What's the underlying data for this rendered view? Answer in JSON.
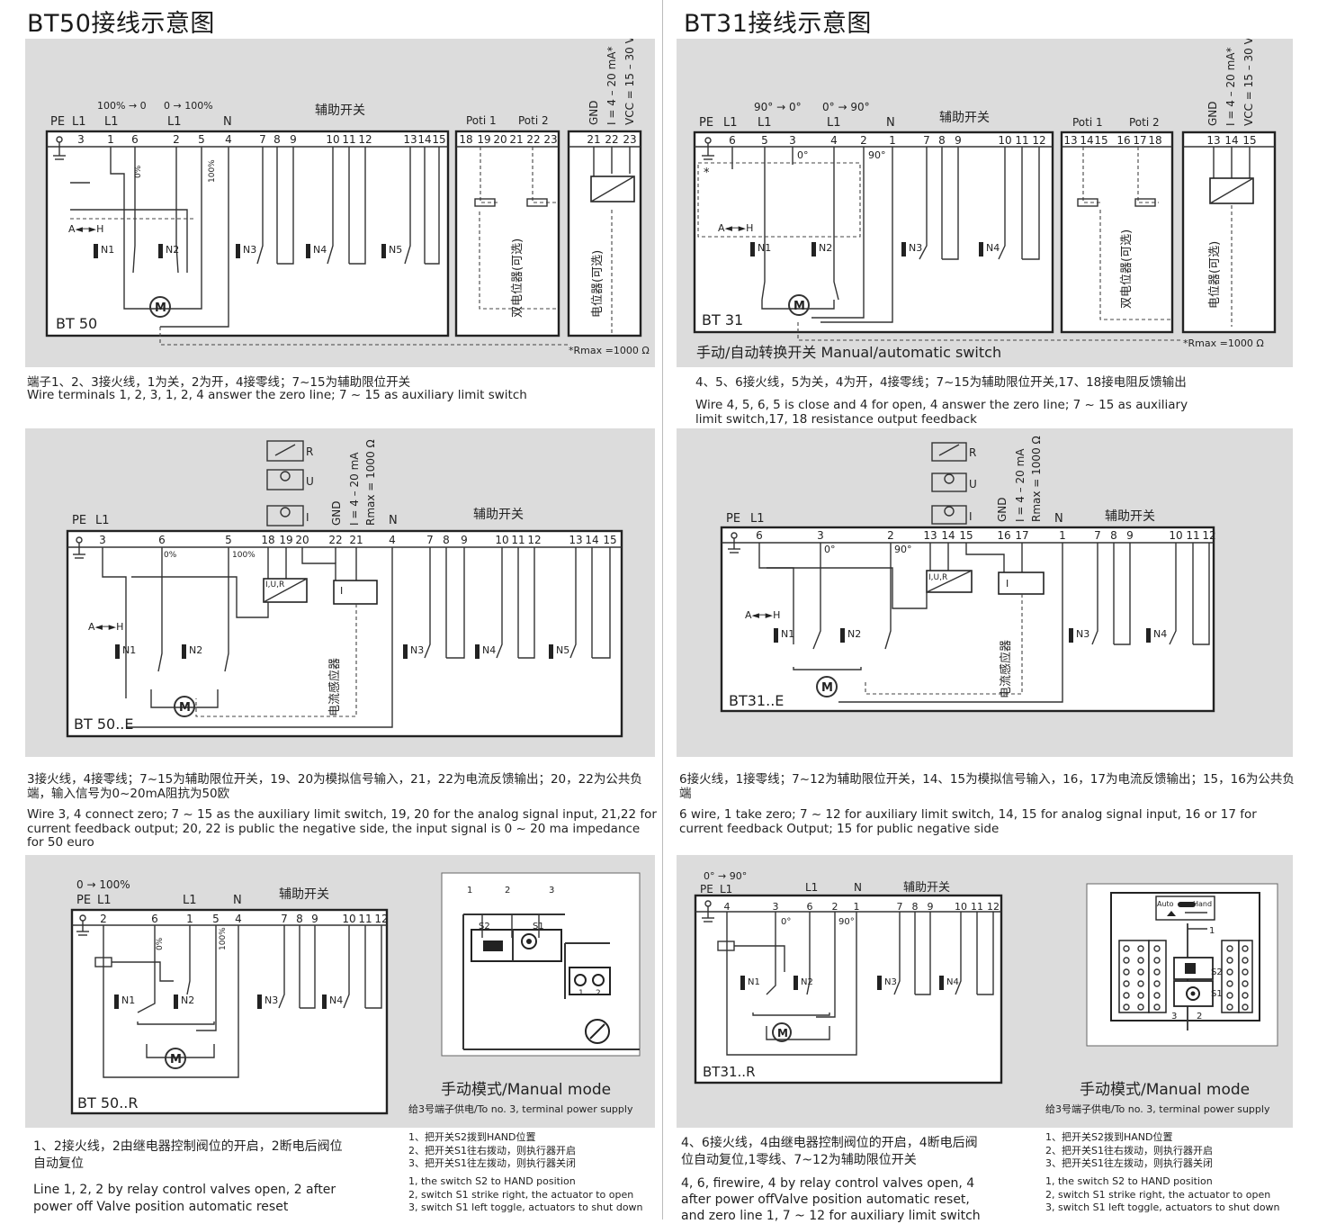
{
  "titles": {
    "left": "BT50接线示意图",
    "right": "BT31接线示意图"
  },
  "d1": {
    "model": "BT 50",
    "pe": "PE",
    "l1a": "L1",
    "l1b": "L1",
    "l1c": "L1",
    "n": "N",
    "range_close": "100% → 0",
    "range_open": "0 → 100%",
    "aux": "辅助开关",
    "poti1": "Poti 1",
    "poti2": "Poti 2",
    "gnd": "GND",
    "ma": "I = 4 – 20 mA*",
    "vcc": "VCC = 15 – 30 V",
    "terminals": [
      "3",
      "1",
      "6",
      "2",
      "5",
      "4",
      "7",
      "8",
      "9",
      "10",
      "11",
      "12",
      "13",
      "14",
      "15"
    ],
    "poti_terms": [
      "18",
      "19",
      "20",
      "21",
      "22",
      "23"
    ],
    "out_terms": [
      "21",
      "22",
      "23"
    ],
    "p0": "0%",
    "p100": "100%",
    "ah": "A◄─►H",
    "n_labels": [
      "N1",
      "N2",
      "N3",
      "N4",
      "N5"
    ],
    "motor": "M",
    "dual_poti": "双电位器(可选)",
    "poti_opt": "电位器(可选)",
    "rmax": "*Rmax =1000 Ω"
  },
  "cap1": {
    "zh": "端子1、2、3接火线，1为关，2为开，4接零线；7~15为辅助限位开关",
    "en": "Wire terminals 1, 2, 3, 1, 2, 4 answer the zero line; 7 ~ 15 as auxiliary limit switch"
  },
  "d2": {
    "model": "BT 31",
    "pe": "PE",
    "l1a": "L1",
    "l1b": "L1",
    "l1c": "L1",
    "n": "N",
    "range_close": "90° → 0°",
    "range_open": "0° → 90°",
    "aux": "辅助开关",
    "poti1": "Poti 1",
    "poti2": "Poti 2",
    "gnd": "GND",
    "ma": "I = 4 – 20 mA*",
    "vcc": "VCC = 15 – 30 V",
    "terminals": [
      "6",
      "5",
      "3",
      "4",
      "2",
      "1",
      "7",
      "8",
      "9",
      "10",
      "11",
      "12"
    ],
    "poti_terms": [
      "13",
      "14",
      "15",
      "16",
      "17",
      "18"
    ],
    "out_terms": [
      "13",
      "14",
      "15"
    ],
    "a0": "0°",
    "a90": "90°",
    "ah": "A◄─►H",
    "star": "*",
    "n_labels": [
      "N1",
      "N2",
      "N3",
      "N4"
    ],
    "motor": "M",
    "dual_poti": "双电位器(可选)",
    "poti_opt": "电位器(可选)",
    "switch_caption": "手动/自动转换开关  Manual/automatic switch",
    "rmax": "*Rmax =1000 Ω"
  },
  "cap2": {
    "zh": "4、5、6接火线，5为关，4为开，4接零线；7~15为辅助限位开关,17、18接电阻反馈输出",
    "en": "Wire 4, 5, 6, 5 is close and 4 for open, 4 answer the zero line; 7 ~ 15 as auxiliary limit switch,17, 18 resistance output feedback"
  },
  "d3": {
    "model": "BT 50..E",
    "pe": "PE",
    "l1": "L1",
    "n": "N",
    "aux": "辅助开关",
    "r": "R",
    "u": "U",
    "i": "I",
    "gnd": "GND",
    "ma": "I = 4 – 20 mA",
    "rmax": "Rmax = 1000 Ω",
    "terminals": [
      "3",
      "6",
      "5",
      "18",
      "19",
      "20",
      "22",
      "21",
      "4",
      "7",
      "8",
      "9",
      "10",
      "11",
      "12",
      "13",
      "14",
      "15"
    ],
    "p0": "0%",
    "p100": "100%",
    "iur": "I,U,R",
    "iblk": "I",
    "ah": "A◄─►H",
    "n_labels": [
      "N1",
      "N2",
      "N3",
      "N4",
      "N5"
    ],
    "motor": "M",
    "sensor": "电流感应器"
  },
  "cap3": {
    "zh": "3接火线，4接零线；7~15为辅助限位开关，19、20为模拟信号输入，21，22为电流反馈输出；20，22为公共负端，输入信号为0~20mA阻抗为50欧",
    "en": "Wire 3, 4 connect zero; 7 ~ 15 as the auxiliary limit switch, 19, 20 for the analog signal input, 21,22 for current feedback output; 20, 22 is public the negative side, the input signal is 0 ~ 20 ma impedance for 50 euro"
  },
  "d4": {
    "model": "BT31..E",
    "pe": "PE",
    "l1": "L1",
    "n": "N",
    "aux": "辅助开关",
    "r": "R",
    "u": "U",
    "i": "I",
    "gnd": "GND",
    "ma": "I = 4 – 20 mA",
    "rmax": "Rmax = 1000 Ω",
    "terminals": [
      "6",
      "3",
      "2",
      "13",
      "14",
      "15",
      "16",
      "17",
      "1",
      "7",
      "8",
      "9",
      "10",
      "11",
      "12"
    ],
    "a0": "0°",
    "a90": "90°",
    "iur": "I,U,R",
    "iblk": "I",
    "ah": "A◄─►H",
    "n_labels": [
      "N1",
      "N2",
      "N3",
      "N4"
    ],
    "motor": "M",
    "sensor": "电流感应器"
  },
  "cap4": {
    "zh": "6接火线，1接零线；7~12为辅助限位开关，14、15为模拟信号输入，16，17为电流反馈输出；15，16为公共负端",
    "en": "6 wire, 1 take zero; 7 ~ 12 for auxiliary limit switch, 14, 15 for analog signal input, 16 or 17 for current feedback Output; 15 for public negative side"
  },
  "d5": {
    "model": "BT 50..R",
    "range": "0 → 100%",
    "pe": "PE",
    "l1a": "L1",
    "l1b": "L1",
    "n": "N",
    "aux": "辅助开关",
    "terminals": [
      "2",
      "6",
      "1",
      "5",
      "4",
      "7",
      "8",
      "9",
      "10",
      "11",
      "12"
    ],
    "p0": "0%",
    "p100": "100%",
    "n_labels": [
      "N1",
      "N2",
      "N3",
      "N4"
    ],
    "motor": "M",
    "sw": {
      "t1": "1",
      "t2": "2",
      "t3": "3",
      "s2": "S2",
      "s1": "S1",
      "c1": "1",
      "c2": "2"
    },
    "mode": "手动模式/Manual mode",
    "mode_sub": "给3号端子供电/To no. 3, terminal power supply"
  },
  "cap5": {
    "zh": "1、2接火线，2由继电器控制阀位的开启，2断电后阀位自动复位",
    "en": "Line 1, 2, 2 by relay control valves open, 2 after power off Valve position automatic reset",
    "steps_zh": [
      "1、把开关S2拨到HAND位置",
      "2、把开关S1往右拨动，则执行器开启",
      "3、把开关S1往左拨动，则执行器关闭"
    ],
    "steps_en": [
      "1, the switch S2 to HAND position",
      "2, switch S1 strike right, the actuator to open",
      "3, switch S1 left toggle, actuators to shut down"
    ]
  },
  "d6": {
    "model": "BT31..R",
    "range": "0° → 90°",
    "pe": "PE",
    "l1a": "L1",
    "l1b": "L1",
    "n": "N",
    "aux": "辅助开关",
    "terminals": [
      "4",
      "3",
      "6",
      "2",
      "1",
      "7",
      "8",
      "9",
      "10",
      "11",
      "12"
    ],
    "a0": "0°",
    "a90": "90°",
    "n_labels": [
      "N1",
      "N2",
      "N3",
      "N4"
    ],
    "motor": "M",
    "sw": {
      "auto": "Auto",
      "hand": "Hand",
      "one": "1",
      "s2": "S2",
      "s1": "S1",
      "three": "3",
      "two": "2"
    },
    "mode": "手动模式/Manual mode",
    "mode_sub": "给3号端子供电/To no. 3, terminal power supply"
  },
  "cap6": {
    "zh": "4、6接火线，4由继电器控制阀位的开启，4断电后阀位自动复位,1零线、7~12为辅助限位开关",
    "en": "4, 6, firewire, 4 by relay control valves open, 4 after power offValve position automatic reset, and zero line 1, 7 ~ 12 for auxiliary limit switch",
    "steps_zh": [
      "1、把开关S2拨到HAND位置",
      "2、把开关S1往右拨动，则执行器开启",
      "3、把开关S1往左拨动，则执行器关闭"
    ],
    "steps_en": [
      "1, the switch S2 to HAND position",
      "2, switch S1 strike right, the actuator to open",
      "3, switch S1 left toggle, actuators to shut down"
    ]
  }
}
